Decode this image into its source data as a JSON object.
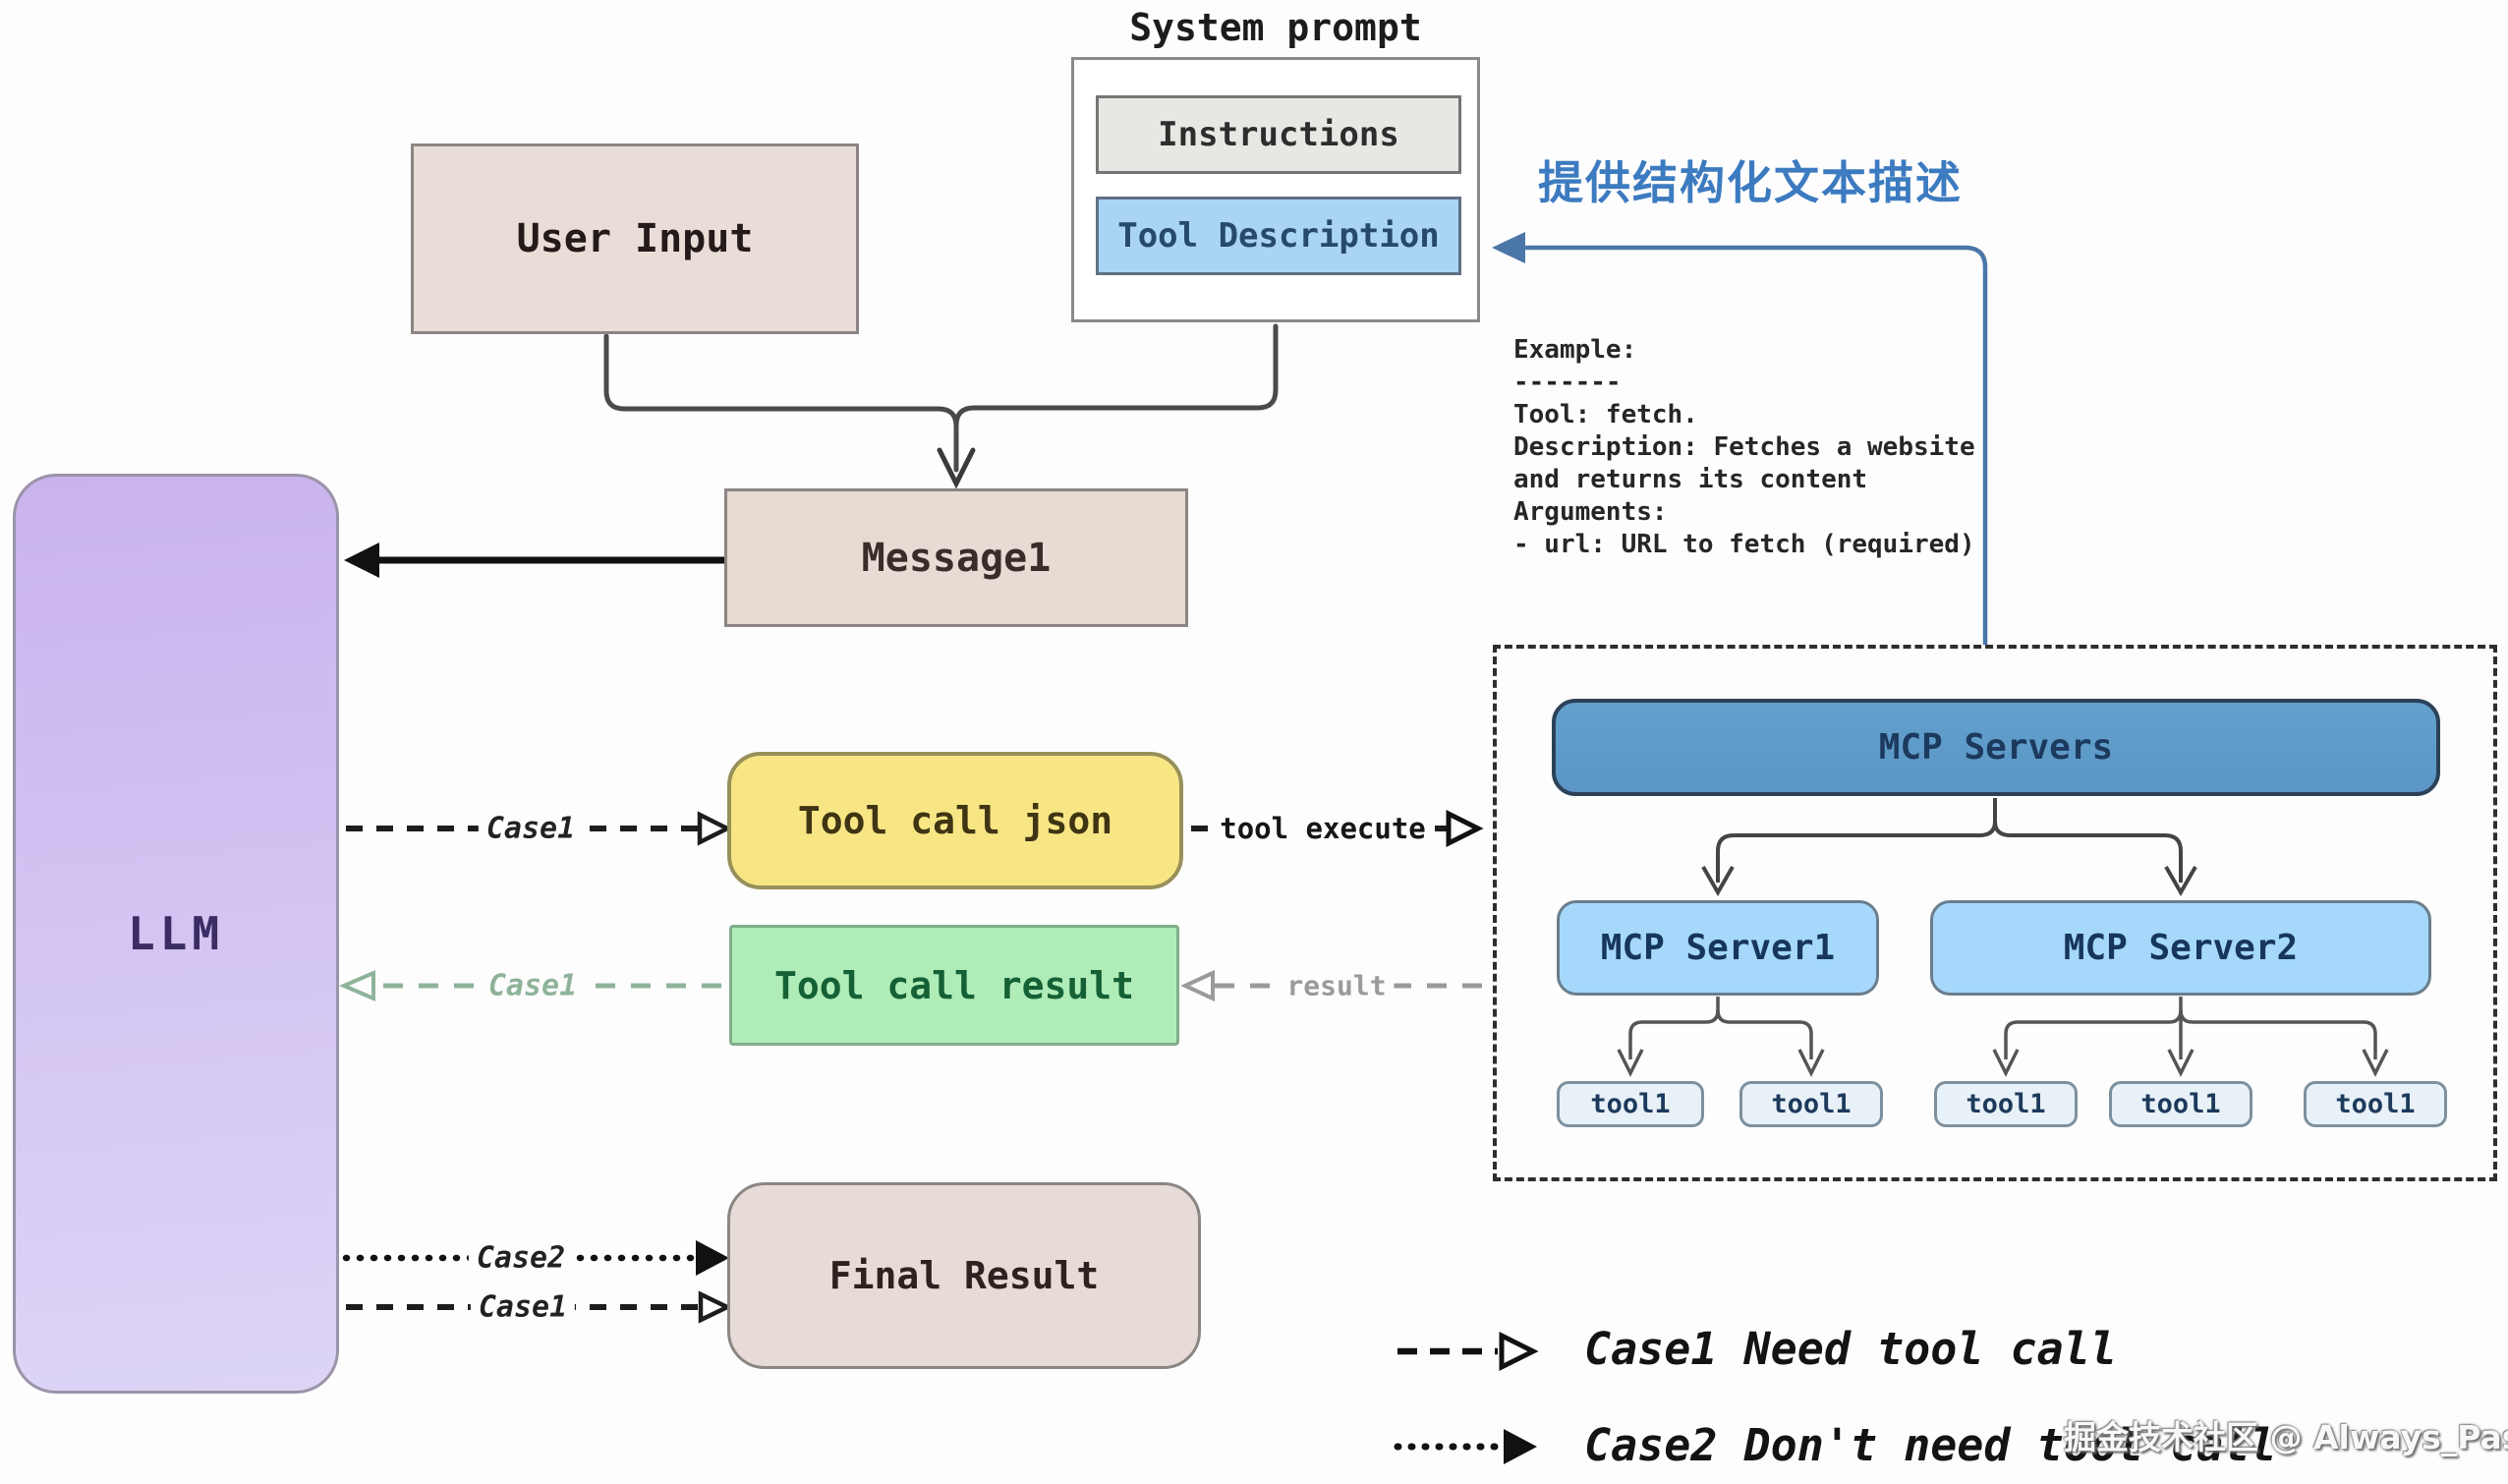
{
  "nodes": {
    "system_prompt_title": "System prompt",
    "instructions": "Instructions",
    "tool_description": "Tool Description",
    "user_input": "User Input",
    "message1": "Message1",
    "llm": "LLM",
    "tool_call_json": "Tool call json",
    "tool_call_result": "Tool call result",
    "final_result": "Final Result",
    "mcp_servers": "MCP Servers",
    "mcp_server1": "MCP Server1",
    "mcp_server2": "MCP Server2",
    "tools": [
      "tool1",
      "tool1",
      "tool1",
      "tool1",
      "tool1"
    ]
  },
  "annotations": {
    "structured_text_cn": "提供结构化文本描述",
    "example_lines": [
      "Example:",
      "-------",
      "Tool: fetch.",
      "Description: Fetches a website",
      "and returns its content",
      "Arguments:",
      "- url: URL to fetch (required)"
    ]
  },
  "edge_labels": {
    "case1_tool_call": "Case1",
    "tool_execute": "tool execute",
    "result": "result",
    "case1_result": "Case1",
    "case2_final": "Case2",
    "case1_final": "Case1"
  },
  "legend": {
    "case1": "Case1 Need tool call",
    "case2": "Case2 Don't need tool call"
  },
  "watermark": "掘金技术社区 @ Always_Passion",
  "colors": {
    "annotation_blue": "#3c7bc0",
    "connector_blue": "#4a76a8",
    "llm_fill_top": "#c9b3ee",
    "llm_fill_bottom": "#ddd5f6",
    "llm_text": "#3b2d63",
    "beige_fill": "#e9ddd8",
    "yellow_fill": "#f8e685",
    "yellow_border": "#97905a",
    "yellow_text": "#3f3513",
    "green_fill": "#b0ecb8",
    "green_border": "#7fae89",
    "green_text": "#156135",
    "green_arrow": "#8fb39a",
    "mcp_bar_fill": "#5b96c6",
    "mcp_bar_border": "#2c4257",
    "mcp_bar_text": "#1c3a5e",
    "server_fill": "#a5d8fa",
    "server_text": "#17365c",
    "tool_fill": "#e8f1f8",
    "tooldesc_fill": "#a9d4f3",
    "result_gray": "#9a9a9a"
  }
}
